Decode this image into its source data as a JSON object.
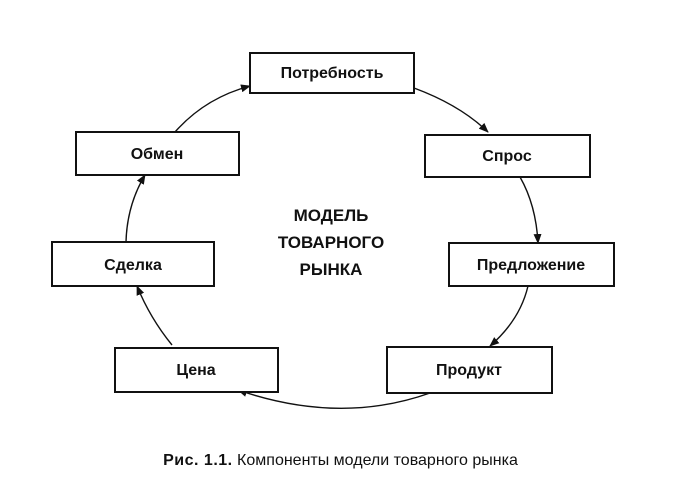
{
  "diagram": {
    "nodes": [
      {
        "id": "potrebnost",
        "label": "Потребность"
      },
      {
        "id": "spros",
        "label": "Спрос"
      },
      {
        "id": "predlozhenie",
        "label": "Предложение"
      },
      {
        "id": "produkt",
        "label": "Продукт"
      },
      {
        "id": "cena",
        "label": "Цена"
      },
      {
        "id": "sdelka",
        "label": "Сделка"
      },
      {
        "id": "obmen",
        "label": "Обмен"
      }
    ],
    "center_lines": [
      "МОДЕЛЬ",
      "ТОВАРНОГО",
      "РЫНКА"
    ]
  },
  "caption": {
    "label": "Рис. 1.1.",
    "text": " Компоненты модели товарного рынка"
  }
}
